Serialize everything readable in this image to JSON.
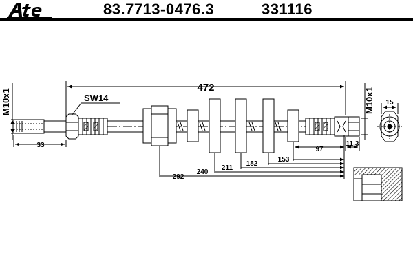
{
  "header": {
    "brand": "Ate",
    "part_number": "83.7713-0476.3",
    "reference": "331116"
  },
  "dimensions": {
    "total_length": "472",
    "thread_left": "M10x1",
    "thread_right": "M10x1",
    "wrench_size": "SW14",
    "left_fitting_length": "33",
    "right_fitting_length": "97",
    "right_fitting_offset": "11,3",
    "end_diameter": "15",
    "clip_1": "292",
    "clip_2": "240",
    "clip_3": "211",
    "clip_4": "182",
    "clip_5": "153"
  },
  "colors": {
    "line": "#000000",
    "background": "#ffffff"
  }
}
